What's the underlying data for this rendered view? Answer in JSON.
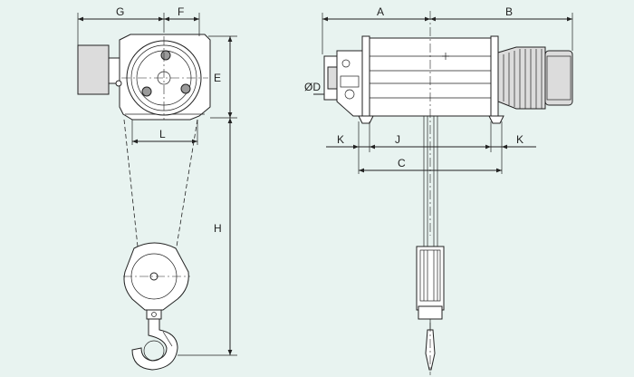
{
  "colors": {
    "background": "#e8f3f0",
    "line": "#222222",
    "motor_grey": "#dcdcdc"
  },
  "dimensions": {
    "G": "G",
    "F": "F",
    "E": "E",
    "L": "L",
    "H": "H",
    "A": "A",
    "B": "B",
    "D": "ØD",
    "K_left": "K",
    "J": "J",
    "K_right": "K",
    "C": "C"
  }
}
